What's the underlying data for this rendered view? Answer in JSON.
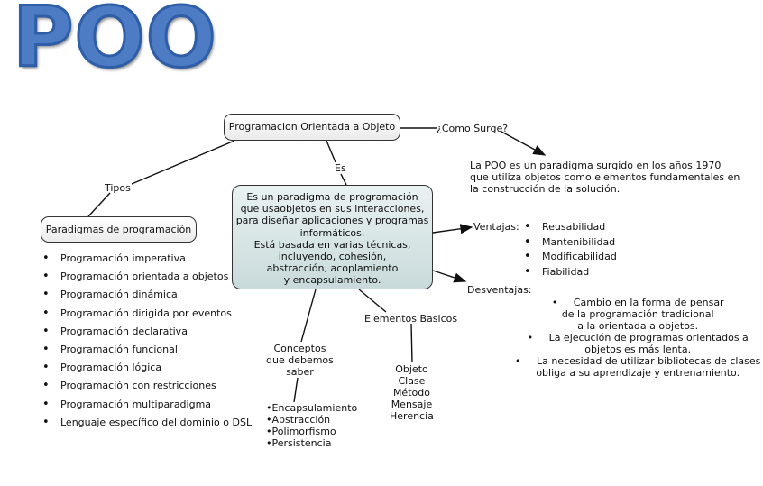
{
  "title": "POO",
  "nodes": {
    "main": "Programacion Orientada a Objeto",
    "paradigmas": "Paradigmas de programación",
    "central": "Es un paradigma de programación\nque usaobjetos en sus interacciones,\npara diseñar aplicaciones y programas\ninformáticos.\nEstá basada en varias técnicas,\nincluyendo, cohesión,\nabstracción, acoplamiento\ny encapsulamiento."
  },
  "links": {
    "como_surge": "¿Como Surge?",
    "es": "Es",
    "tipos": "Tipos",
    "ventajas": "Ventajas:",
    "desventajas": "Desventajas:",
    "elementos_basicos": "Elementos Basicos",
    "conceptos": "Conceptos\nque debemos\nsaber"
  },
  "como_surge_text": "La POO es un paradigma surgido en los años 1970\nque utiliza objetos como elementos fundamentales en\nla construcción de la solución.",
  "tipos_items": [
    "Programación imperativa",
    "Programación orientada a objetos",
    "Programación dinámica",
    "Programación dirigida por eventos",
    "Programación declarativa",
    "Programación funcional",
    "Programación lógica",
    "Programación con restricciones",
    "Programación multiparadigma",
    "Lenguaje específico del dominio o DSL"
  ],
  "ventajas_items": [
    "Reusabilidad",
    "Mantenibilidad",
    "Modificabilidad",
    "Fiabilidad"
  ],
  "desventajas_text": "•     Cambio en la forma de pensar\nde la programación tradicional\na la orientada a objetos.\n•     La ejecución de programas orientados a\nobjetos es más lenta.\n•     La necesidad de utilizar bibliotecas de clases\nobliga a su aprendizaje y entrenamiento.",
  "elementos_text": "Objeto\nClase\nMétodo\nMensaje\nHerencia",
  "conceptos_text": "•Encapsulamiento\n•Abstracción\n•Polimorfismo\n•Persistencia",
  "colors": {
    "title_fill": "#4d7cc4",
    "title_stroke": "#2f5ea8",
    "central_bg": "#d6e6e6"
  }
}
